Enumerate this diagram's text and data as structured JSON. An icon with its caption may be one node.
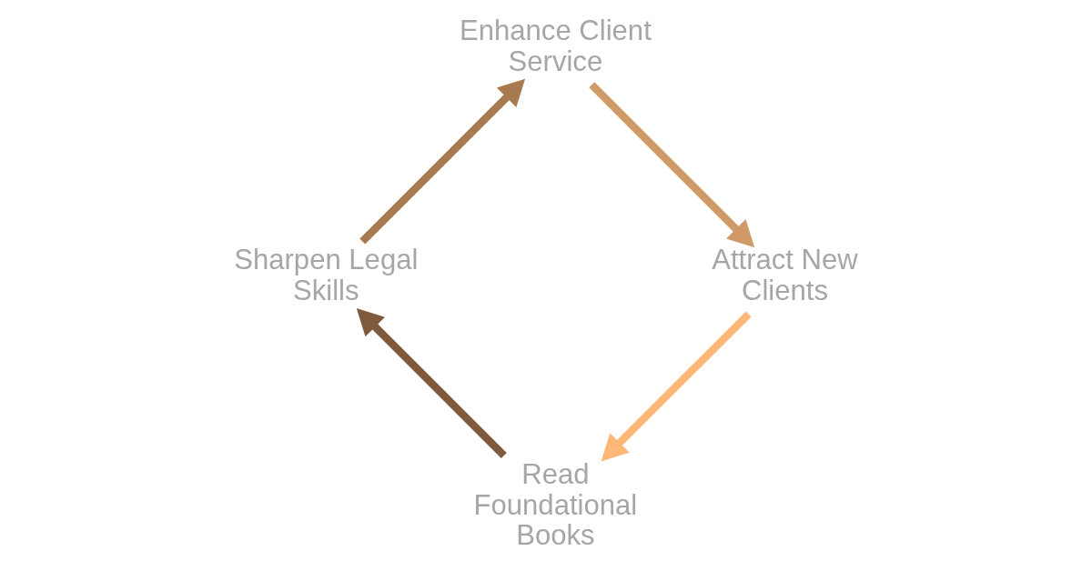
{
  "diagram": {
    "nodes": [
      {
        "text": [
          "Read Foundational Books"
        ]
      },
      {
        "text": [
          "Sharpen Legal Skills"
        ]
      },
      {
        "text": [
          "Enhance Client Service"
        ]
      },
      {
        "text": [
          "Attract New Clients"
        ]
      }
    ],
    "edges": [
      {
        "from": 0,
        "to": 1,
        "arrow": "to",
        "color": "#7f5a3c"
      },
      {
        "from": 1,
        "to": 2,
        "arrow": "to",
        "color": "#a87a50"
      },
      {
        "from": 2,
        "to": 3,
        "arrow": "to",
        "color": "#d09a68"
      },
      {
        "from": 3,
        "to": 0,
        "arrow": "to",
        "color": "#ffb878"
      }
    ]
  }
}
